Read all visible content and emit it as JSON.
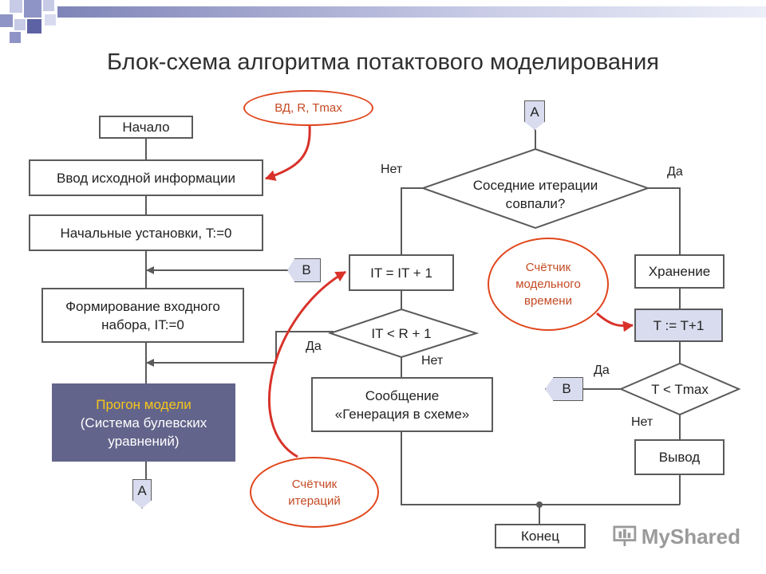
{
  "title": "Блок-схема алгоритма потактового моделирования",
  "colors": {
    "accent": "#e0461c",
    "block_dark": "#62648b",
    "block_shaded": "#d9dcee",
    "highlight_text": "#f7c61a",
    "underline": "#3a8a1a"
  },
  "left_column": {
    "start": "Начало",
    "input": "Ввод исходной информации",
    "init": "Начальные установки, T:=0",
    "form_line1": "Формирование входного",
    "form_line2": "набора, IT:=0",
    "run_title": "Прогон модели",
    "run_line2": "(Система булевских",
    "run_line3": "уравнений)",
    "connector_a": "А",
    "connector_b": "В",
    "label_yes": "Да"
  },
  "middle_column": {
    "connector_a": "А",
    "decision_line1": "Соседние итерации",
    "decision_line2": "совпали?",
    "label_no": "Нет",
    "label_yes": "Да",
    "increment": "IT = IT + 1",
    "check": "IT < R + 1",
    "check_no": "Нет",
    "message_line1": "Сообщение",
    "message_line2": "«Генерация в схеме»",
    "end": "Конец"
  },
  "right_column": {
    "store": "Хранение",
    "step": "T := T+1",
    "check": "T < Tmax",
    "check_yes": "Да",
    "check_no": "Нет",
    "connector_b": "В",
    "output": "Вывод"
  },
  "callouts": {
    "params": "ВД, R, Tmax",
    "model_time_1": "Счётчик",
    "model_time_2": "модельного",
    "model_time_3": "времени",
    "iter_1": "Счётчик",
    "iter_2": "итераций"
  },
  "watermark": "MyShared"
}
